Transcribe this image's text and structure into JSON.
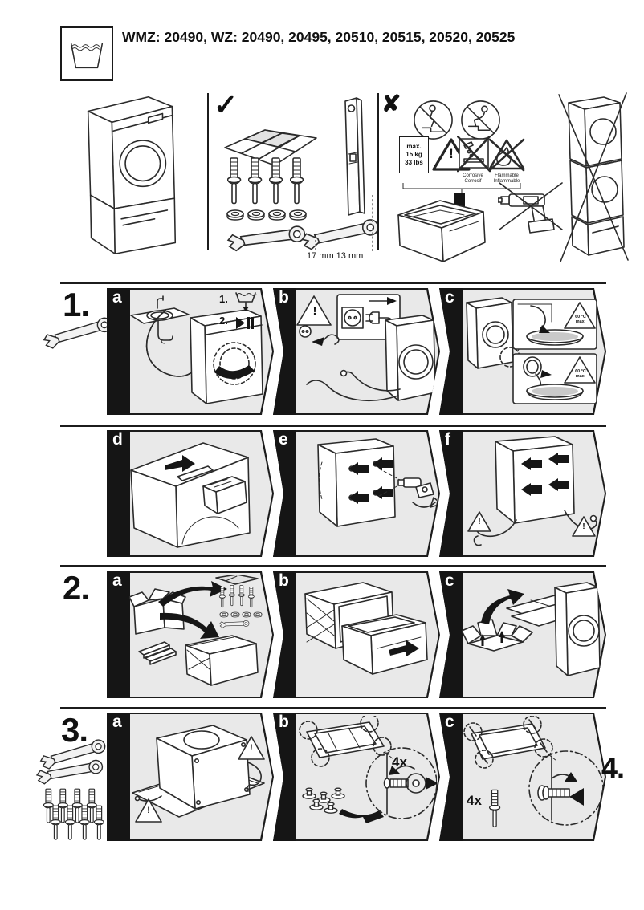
{
  "colors": {
    "page_bg": "#ffffff",
    "panel_bg": "#e9e9e9",
    "label_bar": "#151515",
    "line_art": "#2b2b2b"
  },
  "header": {
    "title": "WMZ: 20490, WZ: 20490, 20495, 20510, 20515, 20520, 20525"
  },
  "overview": {
    "check_mark": "✓",
    "cross_mark": "✘",
    "wrench_size_label": "17 mm 13 mm",
    "max_load_lines": [
      "max.",
      "15 kg",
      "33 lbs"
    ],
    "warning_exclamation": "!",
    "corrosive_label_lines": [
      "Corrosive",
      "Corrosif"
    ],
    "flammable_label_lines": [
      "Flammable",
      "Inflammable"
    ]
  },
  "step1": {
    "number": "1.",
    "panel_a": {
      "letter": "a",
      "substep1": "1.",
      "substep2": "2."
    },
    "panel_b": {
      "letter": "b"
    },
    "panel_c": {
      "letter": "c",
      "temp_lines": [
        "60 °C",
        "max."
      ]
    },
    "panel_d": {
      "letter": "d"
    },
    "panel_e": {
      "letter": "e"
    },
    "panel_f": {
      "letter": "f"
    }
  },
  "step2": {
    "number": "2.",
    "panel_a": {
      "letter": "a"
    },
    "panel_b": {
      "letter": "b"
    },
    "panel_c": {
      "letter": "c"
    }
  },
  "step3": {
    "number": "3.",
    "panel_a": {
      "letter": "a"
    },
    "panel_b": {
      "letter": "b",
      "quantity": "4x"
    },
    "panel_c": {
      "letter": "c",
      "quantity": "4x"
    }
  },
  "step4": {
    "number": "4."
  }
}
